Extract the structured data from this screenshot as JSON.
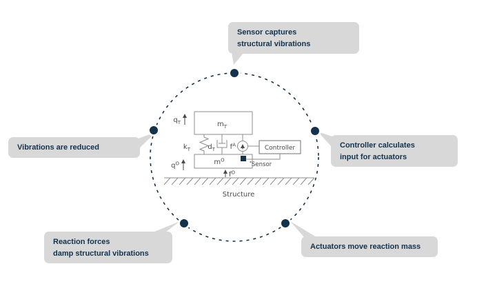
{
  "colors": {
    "accent_navy": "#14324b",
    "bubble_gray": "#d8d8d8",
    "schematic_gray": "#8c8c8c",
    "label_gray": "#4a4a4a"
  },
  "callouts": {
    "sensor": {
      "line1": "Sensor captures",
      "line2": "structural vibrations"
    },
    "controller": {
      "line1": "Controller calculates",
      "line2": "input for actuators"
    },
    "vibrations": {
      "line1": "Vibrations are reduced"
    },
    "reaction": {
      "line1": "Reaction forces",
      "line2": "damp structural vibrations"
    },
    "actuators": {
      "line1": "Actuators move reaction mass"
    }
  },
  "schematic": {
    "tmd_mass": {
      "base": "m",
      "sub": "T"
    },
    "structure_mass": {
      "base": "m",
      "sup": "O"
    },
    "spring": {
      "base": "k",
      "sub": "T"
    },
    "damper": {
      "base": "d",
      "sub": "T"
    },
    "actuator_force": {
      "base": "f",
      "sup": "A"
    },
    "structure_force": {
      "base": "f",
      "sup": "O"
    },
    "tmd_displacement": {
      "base": "q",
      "sub": "T"
    },
    "structure_displacement": {
      "base": "q",
      "sup": "O"
    },
    "controller_label": "Controller",
    "sensor_marker": "*",
    "sensor_label": "Sensor",
    "ground_label": "Structure"
  }
}
